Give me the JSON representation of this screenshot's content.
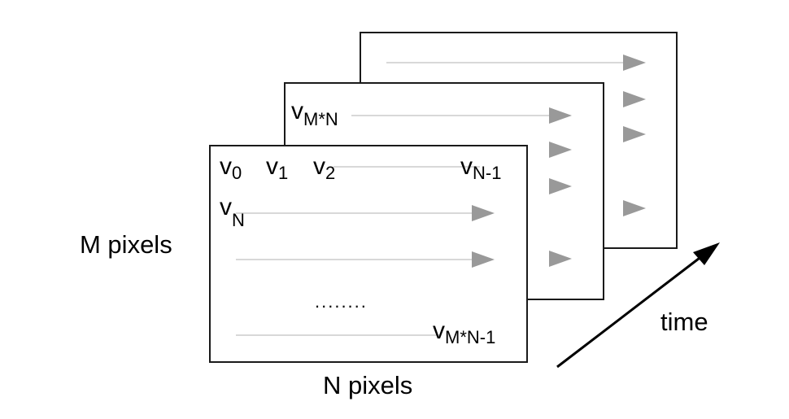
{
  "labels": {
    "rows": "M pixels",
    "cols": "N pixels",
    "time": "time",
    "dots": "........"
  },
  "vars": {
    "v0": {
      "base": "v",
      "sub": "0"
    },
    "v1": {
      "base": "v",
      "sub": "1"
    },
    "v2": {
      "base": "v",
      "sub": "2"
    },
    "vN1": {
      "base": "v",
      "sub": "N-1"
    },
    "vN": {
      "base": "v",
      "sub": "N"
    },
    "vMN": {
      "base": "v",
      "sub": "M*N"
    },
    "vMN1": {
      "base": "v",
      "sub": "M*N-1"
    }
  },
  "colors": {
    "frame_border": "#1a1a1a",
    "row_line": "#cccccc",
    "arrowhead": "#999999",
    "time_arrow": "#000000"
  }
}
